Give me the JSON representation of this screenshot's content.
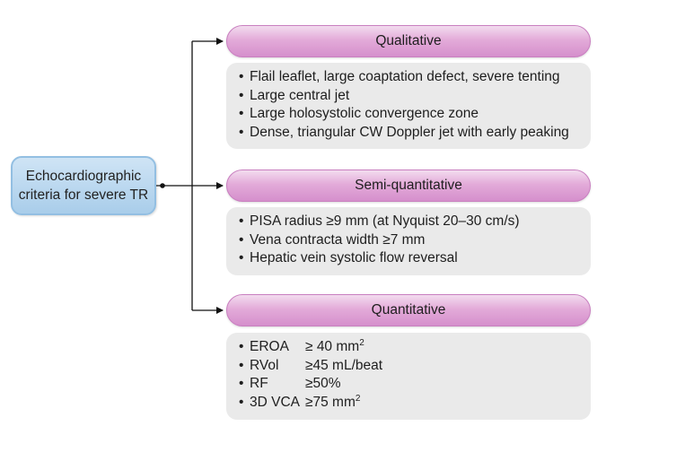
{
  "root": {
    "line1": "Echocardiographic",
    "line2": "criteria for severe TR"
  },
  "qualitative": {
    "title": "Qualitative",
    "items": [
      "Flail leaflet, large coaptation defect, severe tenting",
      "Large central jet",
      "Large holosystolic convergence zone",
      "Dense, triangular CW Doppler jet with early peaking"
    ]
  },
  "semi_quantitative": {
    "title": "Semi-quantitative",
    "items": [
      "PISA radius ≥9 mm (at Nyquist 20–30 cm/s)",
      "Vena contracta width ≥7 mm",
      "Hepatic vein systolic flow reversal"
    ]
  },
  "quantitative": {
    "title": "Quantitative",
    "rows": [
      {
        "label": "EROA",
        "value": "≥ 40 mm",
        "sup": "2"
      },
      {
        "label": "RVol",
        "value": "≥45 mL/beat",
        "sup": ""
      },
      {
        "label": "RF",
        "value": "≥50%",
        "sup": ""
      },
      {
        "label": "3D VCA",
        "value": "≥75 mm",
        "sup": "2"
      }
    ]
  },
  "bullet": "•",
  "colors": {
    "header_fill": "#e3abd9",
    "panel_fill": "#eaeaea",
    "root_fill": "#b9d7ef",
    "connector": "#111111"
  }
}
